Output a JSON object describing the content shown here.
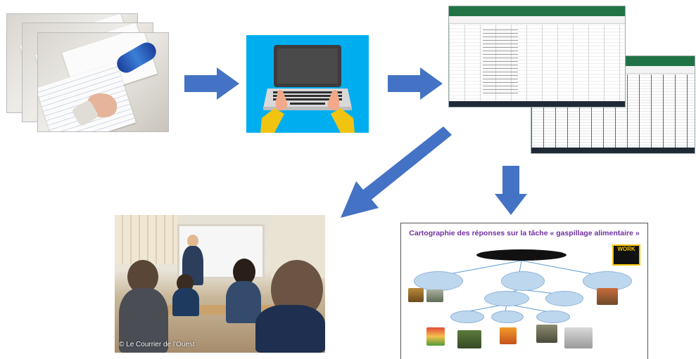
{
  "diagram": {
    "classroom_photo": {
      "credit": "© Le Courrier de l'Ouest"
    },
    "slide": {
      "title": "Cartographie des réponses sur la tâche « gaspillage alimentaire »",
      "sign": "WORK"
    },
    "colors": {
      "arrow": "#4472c4",
      "laptop_background": "#00aeef",
      "slide_title": "#7030a0",
      "node_fill": "#bdd7ee",
      "excel_green": "#217346"
    },
    "icons": [
      "laptop-typing-icon",
      "arrow-right-icon",
      "arrow-down-left-icon",
      "arrow-down-icon"
    ]
  }
}
